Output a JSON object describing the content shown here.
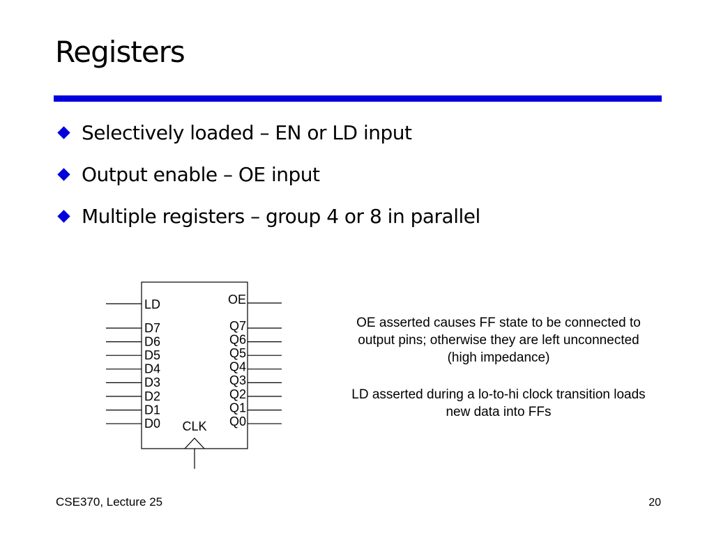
{
  "slide": {
    "title": "Registers",
    "accent_color": "#0000dd",
    "bullets": [
      "Selectively loaded – EN or LD input",
      "Output enable – OE input",
      "Multiple registers – group 4 or 8 in parallel"
    ]
  },
  "diagram": {
    "enable_input": "LD",
    "output_enable": "OE",
    "data_inputs": [
      "D7",
      "D6",
      "D5",
      "D4",
      "D3",
      "D2",
      "D1",
      "D0"
    ],
    "data_outputs": [
      "Q7",
      "Q6",
      "Q5",
      "Q4",
      "Q3",
      "Q2",
      "Q1",
      "Q0"
    ],
    "clock": "CLK"
  },
  "notes": {
    "oe": "OE asserted causes FF state to be connected to output pins; otherwise they are left unconnected (high impedance)",
    "ld": "LD asserted during a lo-to-hi clock transition loads new data into FFs"
  },
  "footer": {
    "course": "CSE370, Lecture 25",
    "page_number": "20"
  }
}
